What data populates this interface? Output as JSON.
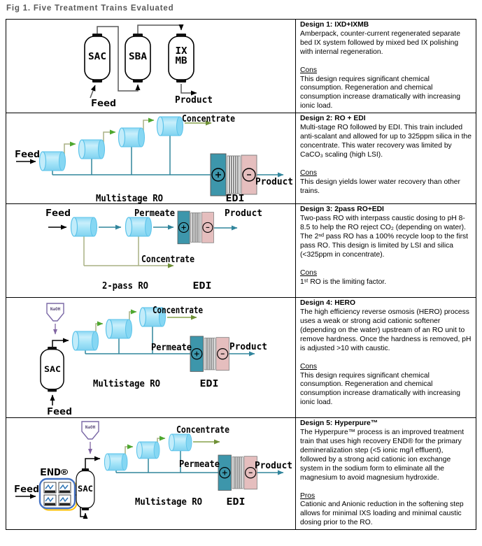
{
  "title": "Fig 1. Five Treatment Trains Evaluated",
  "rows": [
    {
      "heading": "Design 1: IXD+IXMB",
      "body": "Amberpack, counter-current regenerated separate bed IX system followed by mixed bed IX polishing with internal regeneration.",
      "notes_label": "Cons",
      "notes": "This design requires significant chemical consumption. Regeneration and chemical consumption increase dramatically with increasing ionic load.",
      "labels": {
        "feed": "Feed",
        "product": "Product",
        "vessel1": "SAC",
        "vessel2": "SBA",
        "vessel3a": "IX",
        "vessel3b": "MB"
      }
    },
    {
      "heading": "Design 2: RO + EDI",
      "body": "Multi-stage RO followed by EDI. This train included anti-scalant and allowed for up to 325ppm silica in the concentrate. This water recovery was limited by CaCO₃ scaling (high LSI).",
      "notes_label": "Cons",
      "notes": "This design yields lower water recovery than other trains.",
      "labels": {
        "feed": "Feed",
        "concentrate": "Concentrate",
        "product": "Product",
        "ro": "Multistage RO",
        "edi": "EDI"
      }
    },
    {
      "heading": "Design 3: 2pass RO+EDI",
      "body": "Two-pass RO with interpass caustic dosing to pH 8-8.5 to help the RO reject CO₂ (depending on water). The 2ⁿᵈ pass RO has a 100% recycle loop to the first pass RO. This design is limited by LSI and silica (<325ppm in concentrate).",
      "notes_label": "Cons",
      "notes": "1ˢᵗ RO is the limiting factor.",
      "labels": {
        "feed": "Feed",
        "permeate": "Permeate",
        "product": "Product",
        "concentrate": "Concentrate",
        "ro": "2-pass RO",
        "edi": "EDI"
      }
    },
    {
      "heading": "Design 4: HERO",
      "body": "The high efficiency reverse osmosis (HERO) process uses a weak or strong acid cationic softener (depending on the water) upstream of an RO unit to remove hardness. Once the hardness is removed, pH is adjusted >10 with caustic.",
      "notes_label": "Cons",
      "notes": "This design requires significant chemical consumption. Regeneration and chemical consumption increase dramatically with increasing ionic load.",
      "labels": {
        "doser": "NaOH",
        "sac": "SAC",
        "feed": "Feed",
        "concentrate": "Concentrate",
        "permeate": "Permeate",
        "product": "Product",
        "ro": "Multistage RO",
        "edi": "EDI"
      }
    },
    {
      "heading": "Design 5: Hyperpure™",
      "body": "The Hyperpure™ process is an improved treatment train that uses high recovery END® for the primary demineralization step (<5 ionic mg/l effluent), followed by a strong acid cationic ion exchange system in the sodium form to eliminate all the magnesium to avoid magnesium hydroxide.",
      "notes_label": "Pros",
      "notes": "Cationic and Anionic reduction in the softening step allows for minimal IXS loading and minimal caustic dosing prior to the RO.",
      "labels": {
        "end": "END®",
        "doser": "NaOH",
        "sac": "SAC",
        "feed": "Feed",
        "concentrate": "Concentrate",
        "permeate": "Permeate",
        "product": "Product",
        "ro": "Multistage RO",
        "edi": "EDI"
      }
    }
  ]
}
